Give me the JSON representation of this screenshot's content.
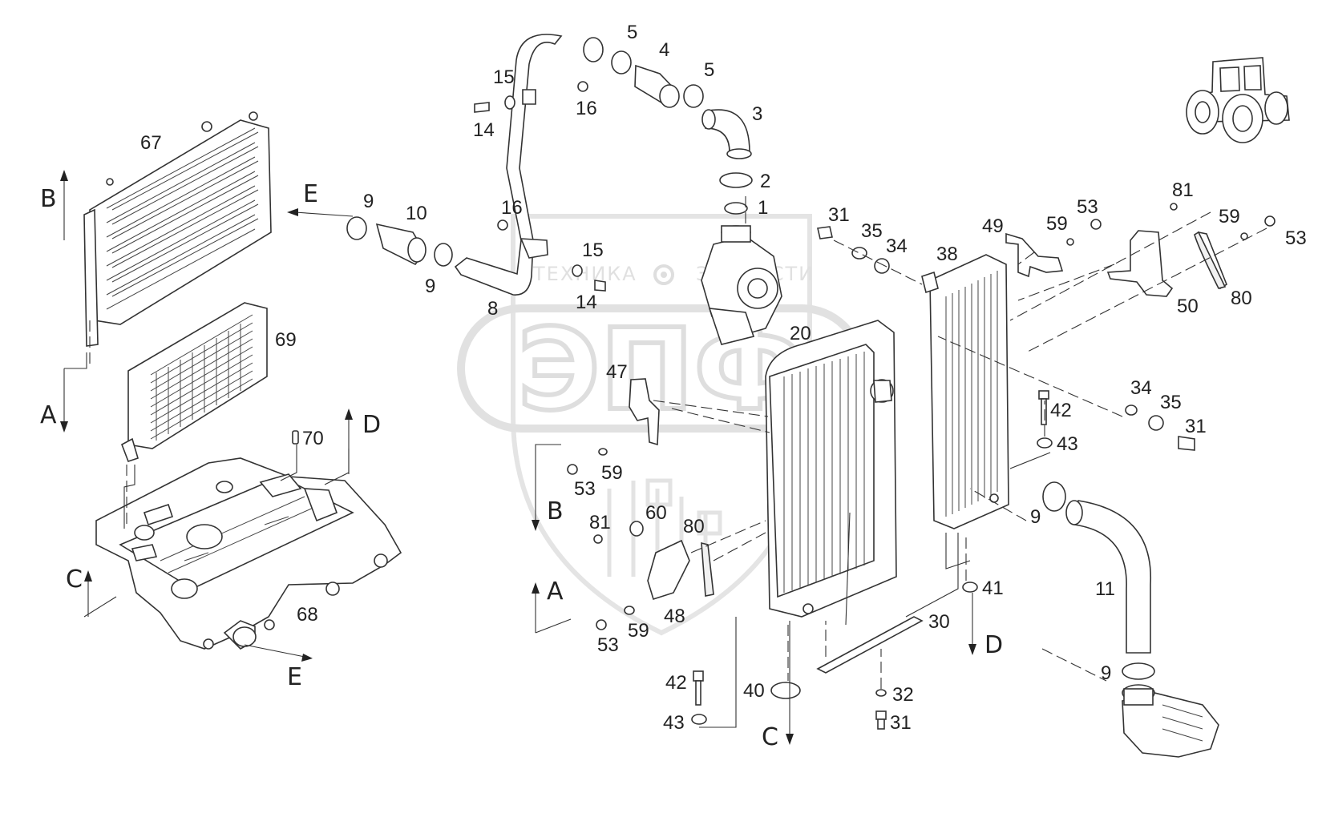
{
  "watermark": {
    "logo_text": "ЭПФ",
    "left_text": "ТЕХНИКА",
    "right_text": "ЗАПЧАСТИ"
  },
  "callouts": [
    {
      "label": "1"
    },
    {
      "label": "2"
    },
    {
      "label": "3"
    },
    {
      "label": "4"
    },
    {
      "label": "5"
    },
    {
      "label": "5"
    },
    {
      "label": "8"
    },
    {
      "label": "9"
    },
    {
      "label": "9"
    },
    {
      "label": "9"
    },
    {
      "label": "9"
    },
    {
      "label": "10"
    },
    {
      "label": "11"
    },
    {
      "label": "14"
    },
    {
      "label": "14"
    },
    {
      "label": "15"
    },
    {
      "label": "15"
    },
    {
      "label": "16"
    },
    {
      "label": "16"
    },
    {
      "label": "20"
    },
    {
      "label": "30"
    },
    {
      "label": "31"
    },
    {
      "label": "31"
    },
    {
      "label": "31"
    },
    {
      "label": "32"
    },
    {
      "label": "34"
    },
    {
      "label": "34"
    },
    {
      "label": "35"
    },
    {
      "label": "35"
    },
    {
      "label": "38"
    },
    {
      "label": "40"
    },
    {
      "label": "41"
    },
    {
      "label": "42"
    },
    {
      "label": "42"
    },
    {
      "label": "43"
    },
    {
      "label": "43"
    },
    {
      "label": "47"
    },
    {
      "label": "48"
    },
    {
      "label": "49"
    },
    {
      "label": "50"
    },
    {
      "label": "53"
    },
    {
      "label": "53"
    },
    {
      "label": "53"
    },
    {
      "label": "53"
    },
    {
      "label": "59"
    },
    {
      "label": "59"
    },
    {
      "label": "59"
    },
    {
      "label": "59"
    },
    {
      "label": "60"
    },
    {
      "label": "67"
    },
    {
      "label": "68"
    },
    {
      "label": "69"
    },
    {
      "label": "70"
    },
    {
      "label": "80"
    },
    {
      "label": "80"
    },
    {
      "label": "81"
    },
    {
      "label": "81"
    }
  ],
  "connection_letters": [
    {
      "label": "B"
    },
    {
      "label": "A"
    },
    {
      "label": "D"
    },
    {
      "label": "C"
    },
    {
      "label": "E"
    },
    {
      "label": "E"
    },
    {
      "label": "B"
    },
    {
      "label": "A"
    },
    {
      "label": "C"
    },
    {
      "label": "D"
    }
  ]
}
